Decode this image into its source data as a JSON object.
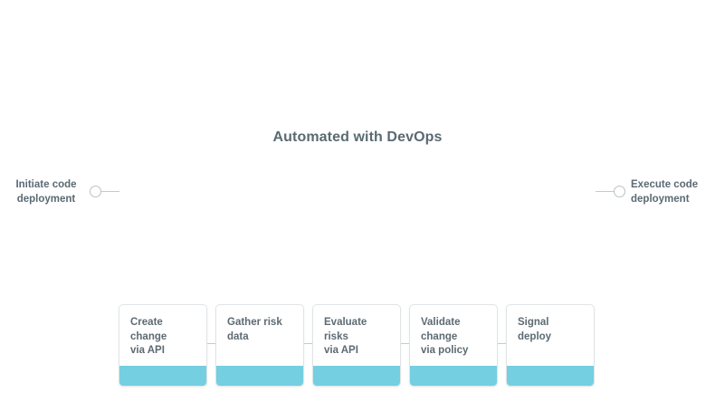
{
  "diagram": {
    "title": "Automated with DevOps",
    "type": "linear-process-flow",
    "background_color": "#ffffff",
    "title_color": "#5a6a73",
    "accent_color": "#74cfe0",
    "card_text_color": "#5d6a72",
    "card_border_color": "#dfe4e7",
    "connector_color": "#c3cbd0",
    "start_node": {
      "label": "Initiate code\ndeployment",
      "icon": "circle-node-icon"
    },
    "end_node": {
      "label": "Execute code\ndeployment",
      "icon": "circle-node-icon"
    },
    "steps": [
      {
        "index": 1,
        "label": "Create\nchange\nvia API"
      },
      {
        "index": 2,
        "label": "Gather risk\ndata"
      },
      {
        "index": 3,
        "label": "Evaluate risks\nvia API"
      },
      {
        "index": 4,
        "label": "Validate\nchange\nvia policy"
      },
      {
        "index": 5,
        "label": "Signal\ndeploy"
      }
    ]
  }
}
